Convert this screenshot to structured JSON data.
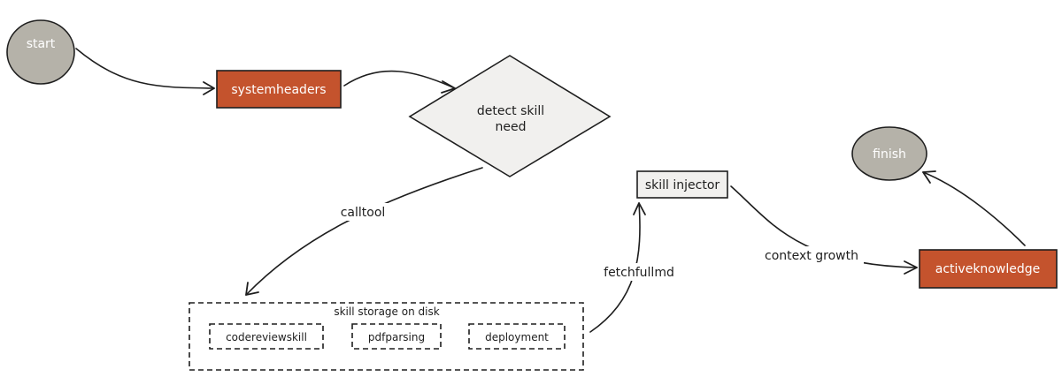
{
  "colors": {
    "terminal_fill": "#b5b2a9",
    "process_fill": "#c4532d",
    "light_fill": "#f1f0ee",
    "stroke": "#1e1e1e"
  },
  "nodes": {
    "start": "start",
    "system_headers": "systemheaders",
    "detect_skill_need_line1": "detect skill",
    "detect_skill_need_line2": "need",
    "skill_injector": "skill injector",
    "finish": "finish",
    "active_knowledge": "activeknowledge"
  },
  "storage": {
    "title": "skill storage on disk",
    "items": [
      "codereviewskill",
      "pdfparsing",
      "deployment"
    ]
  },
  "edges": {
    "calltool": "calltool",
    "fetchfullmd": "fetchfullmd",
    "context_growth": "context growth"
  }
}
